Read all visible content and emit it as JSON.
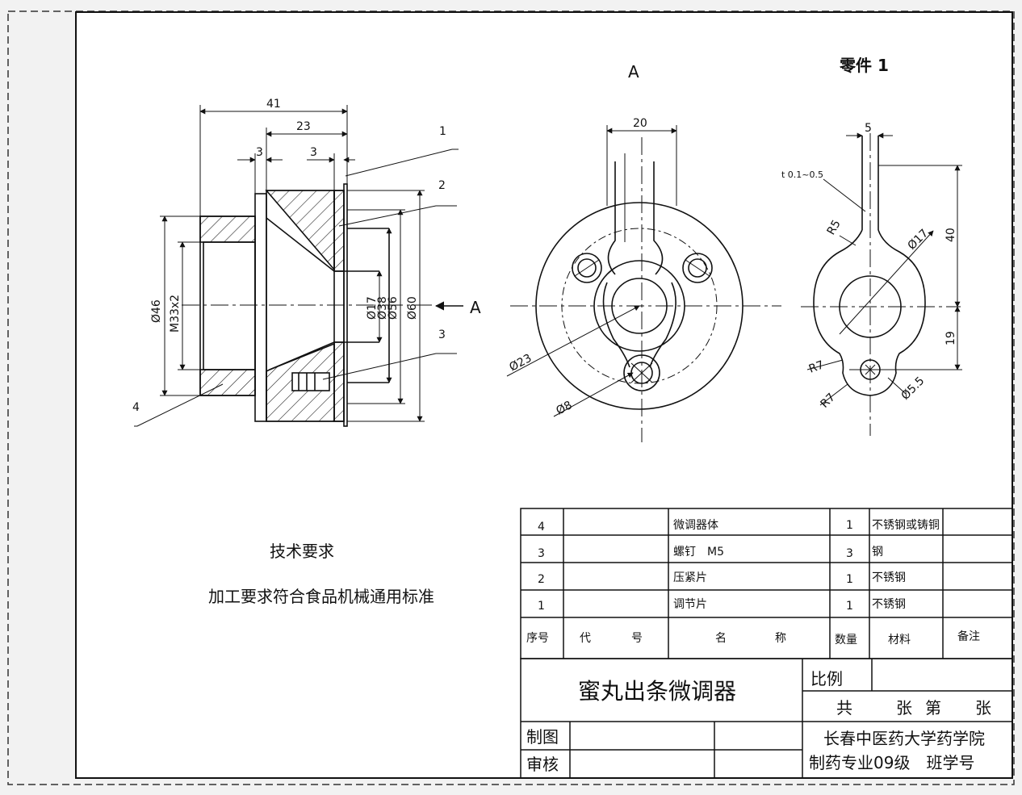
{
  "views": {
    "section": {
      "dims": {
        "d41": "41",
        "d23": "23",
        "d3a": "3",
        "d3b": "3",
        "phi46": "Ø46",
        "m33": "M33x2",
        "phi17": "Ø17",
        "phi38": "Ø38",
        "phi56": "Ø56",
        "phi60": "Ø60"
      },
      "leaders": {
        "l1": "1",
        "l2": "2",
        "l3": "3",
        "l4": "4"
      },
      "view_arrow": "A"
    },
    "view_a": {
      "title": "A",
      "dims": {
        "d20": "20",
        "phi23": "Ø23",
        "phi8": "Ø8"
      }
    },
    "part1": {
      "title": "零件 1",
      "dims": {
        "d5": "5",
        "thick": "t 0.1~0.5",
        "r5": "R5",
        "phi17": "Ø17",
        "d40": "40",
        "d19": "19",
        "r7a": "R7",
        "r7b": "R7",
        "phi55": "Ø5.5"
      }
    }
  },
  "tech": {
    "heading": "技术要求",
    "text": "加工要求符合食品机械通用标准"
  },
  "bom": {
    "rows": [
      {
        "no": "4",
        "code": "",
        "name": "微调器体",
        "qty": "1",
        "material": "不锈钢或铸铜",
        "note": ""
      },
      {
        "no": "3",
        "code": "",
        "name": "螺钉　M5",
        "qty": "3",
        "material": "钢",
        "note": ""
      },
      {
        "no": "2",
        "code": "",
        "name": "压紧片",
        "qty": "1",
        "material": "不锈钢",
        "note": ""
      },
      {
        "no": "1",
        "code": "",
        "name": "调节片",
        "qty": "1",
        "material": "不锈钢",
        "note": ""
      }
    ],
    "header": {
      "no": "序号",
      "code_a": "代",
      "code_b": "号",
      "name_a": "名",
      "name_b": "称",
      "qty": "数量",
      "material": "材料",
      "note": "备注"
    }
  },
  "title_block": {
    "title": "蜜丸出条微调器",
    "scale_label": "比例",
    "sheets": {
      "a": "共",
      "b": "张",
      "c": "第",
      "d": "张"
    },
    "drawn": "制图",
    "checked": "审核",
    "school": "长春中医药大学药学院",
    "class_line": "制药专业09级　班学号"
  }
}
